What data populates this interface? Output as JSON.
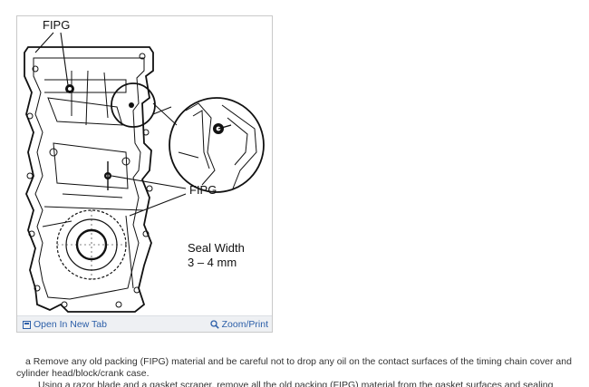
{
  "figure": {
    "callout_fipg_top": "FIPG",
    "callout_fipg_right": "FIPG",
    "seal_width_label": "Seal Width",
    "seal_width_value": "3 – 4 mm"
  },
  "toolbar": {
    "open_label": "Open In New Tab",
    "zoom_label": "Zoom/Print",
    "open_icon": "new-tab-icon",
    "zoom_icon": "magnifier-icon"
  },
  "instructions": {
    "step_a": "a  Remove any old packing (FIPG) material and be careful not to drop any oil on the contact surfaces of the timing chain cover and cylinder head/block/crank case.",
    "step_b": "Using a razor blade and a gasket scraper, remove all the old packing (FIPG) material from the gasket surfaces and sealing grooves."
  },
  "colors": {
    "link": "#2b5ea8",
    "border": "#c9c9c9",
    "toolbar_bg": "#eef0f3"
  }
}
